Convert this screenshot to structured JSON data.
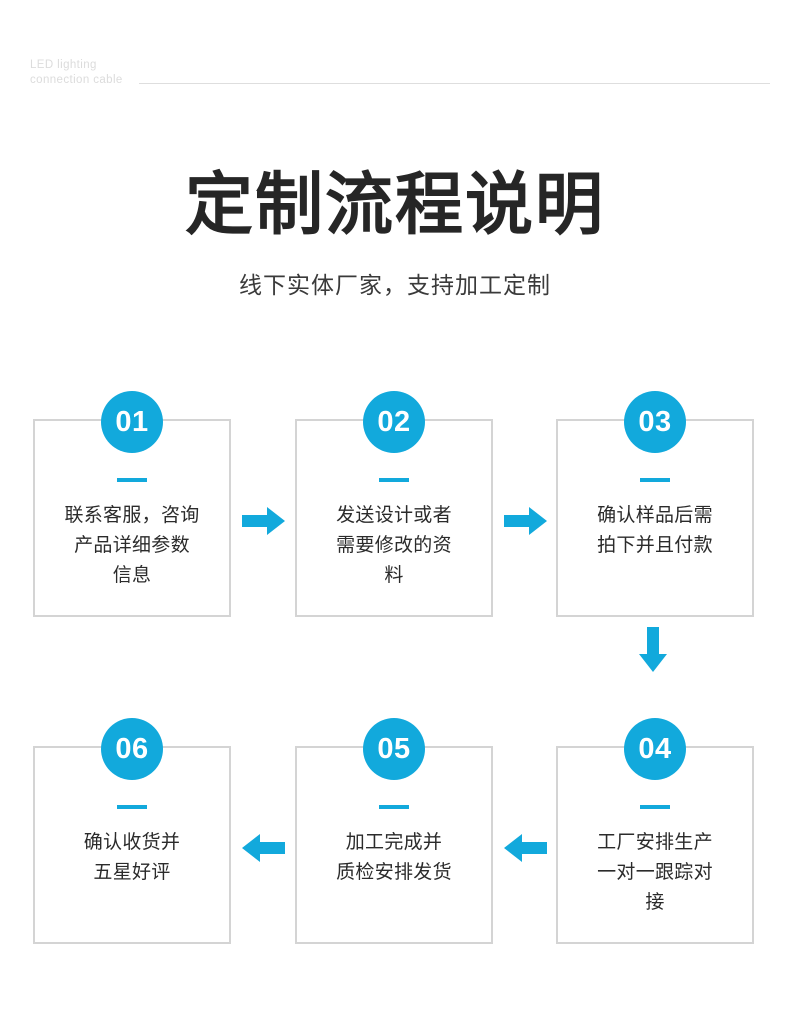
{
  "corner_label": {
    "text": "LED lighting\nconnection cable"
  },
  "heading": {
    "title": "定制流程说明",
    "subtitle": "线下实体厂家，支持加工定制"
  },
  "colors": {
    "accent": "#12a9dc",
    "card_border": "#d4d4d4",
    "title_text": "#262626",
    "body_text": "#2b2b2b",
    "corner_label_text": "#dcdcdc",
    "background": "#ffffff"
  },
  "flow": {
    "row_one": [
      {
        "number": "01",
        "text": "联系客服，咨询\n产品详细参数\n信息",
        "badge_name": "step-badge-01"
      },
      {
        "number": "02",
        "text": "发送设计或者\n需要修改的资\n料",
        "badge_name": "step-badge-02"
      },
      {
        "number": "03",
        "text": "确认样品后需\n拍下并且付款",
        "badge_name": "step-badge-03"
      }
    ],
    "row_two": [
      {
        "number": "06",
        "text": "确认收货并\n五星好评",
        "badge_name": "step-badge-06"
      },
      {
        "number": "05",
        "text": "加工完成并\n质检安排发货",
        "badge_name": "step-badge-05"
      },
      {
        "number": "04",
        "text": "工厂安排生产\n一对一跟踪对\n接",
        "badge_name": "step-badge-04"
      }
    ],
    "connectors": {
      "row_one_arrow_1": "arrow-right-icon",
      "row_one_arrow_2": "arrow-right-icon",
      "row_turn_arrow": "arrow-down-icon",
      "row_two_arrow_1": "arrow-left-icon",
      "row_two_arrow_2": "arrow-left-icon"
    }
  }
}
